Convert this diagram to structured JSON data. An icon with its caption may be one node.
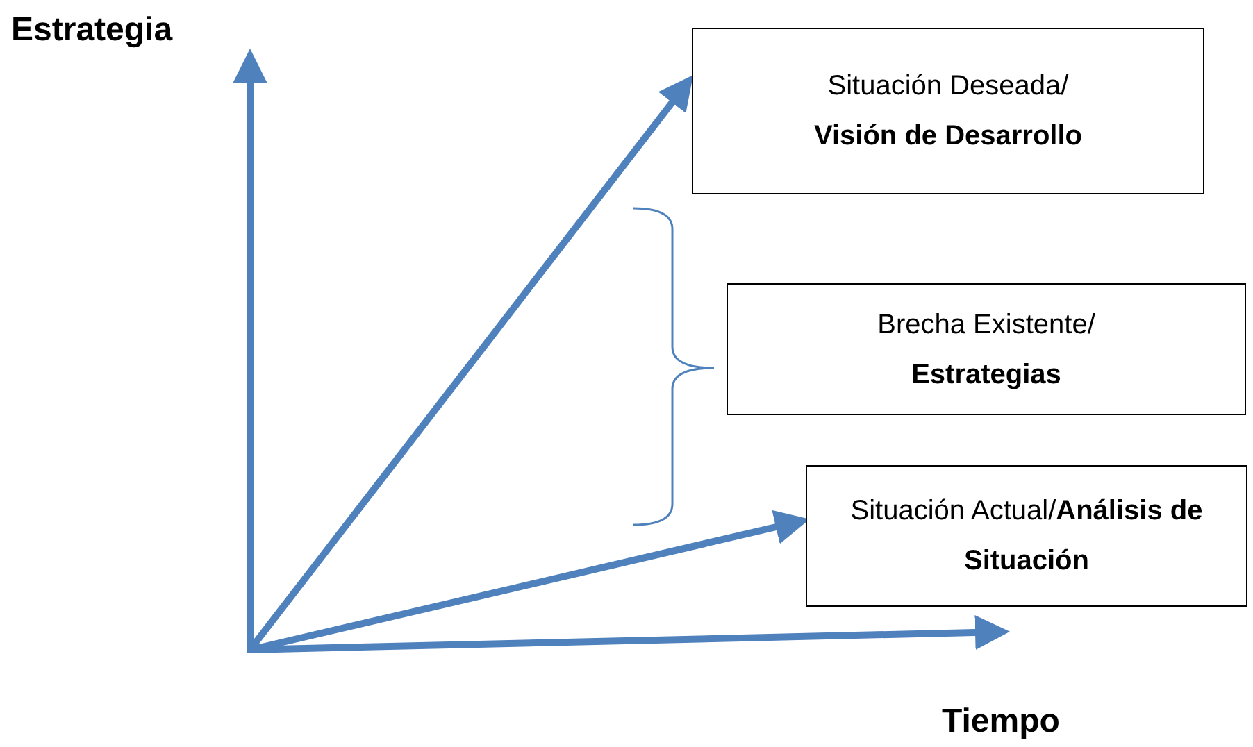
{
  "diagram": {
    "nodes": [
      {
        "text": [
          "Situación Deseada/",
          "Visión de Desarrollo"
        ]
      },
      {
        "text": [
          "Brecha Existente/",
          "Estrategias"
        ]
      },
      {
        "text": [
          "Situación Actual/**Análisis de Situación**"
        ]
      }
    ],
    "edges": [
      {
        "from": null,
        "to": 0,
        "arrow": "to"
      },
      {
        "from": null,
        "to": 2,
        "arrow": "to"
      }
    ],
    "labels": [
      "Estrategia",
      "Tiempo"
    ]
  }
}
